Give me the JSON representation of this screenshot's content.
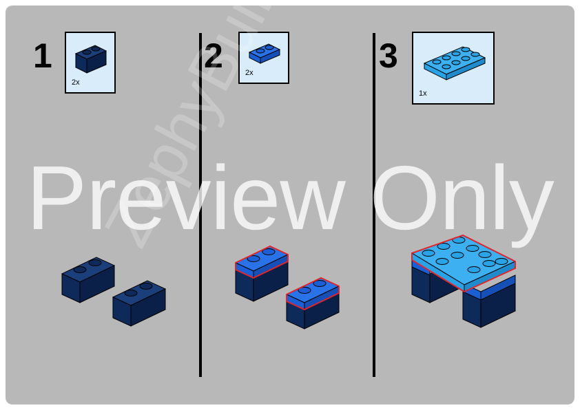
{
  "steps": [
    {
      "number": "1",
      "quantity": "2x",
      "part": "brick-1x2-dark-blue"
    },
    {
      "number": "2",
      "quantity": "2x",
      "part": "plate-1x2-blue"
    },
    {
      "number": "3",
      "quantity": "1x",
      "part": "plate-2x4-medium-azure"
    }
  ],
  "watermark": {
    "main": "Preview Only",
    "diagonal": "ZephyBuilds"
  },
  "colors": {
    "page_background": "#b8b8b8",
    "parts_box": "#d8ecfa",
    "dark_blue": "#0d2a5a",
    "blue": "#1a5fd6",
    "medium_azure": "#2aa2e6",
    "highlight": "#e0262a"
  }
}
